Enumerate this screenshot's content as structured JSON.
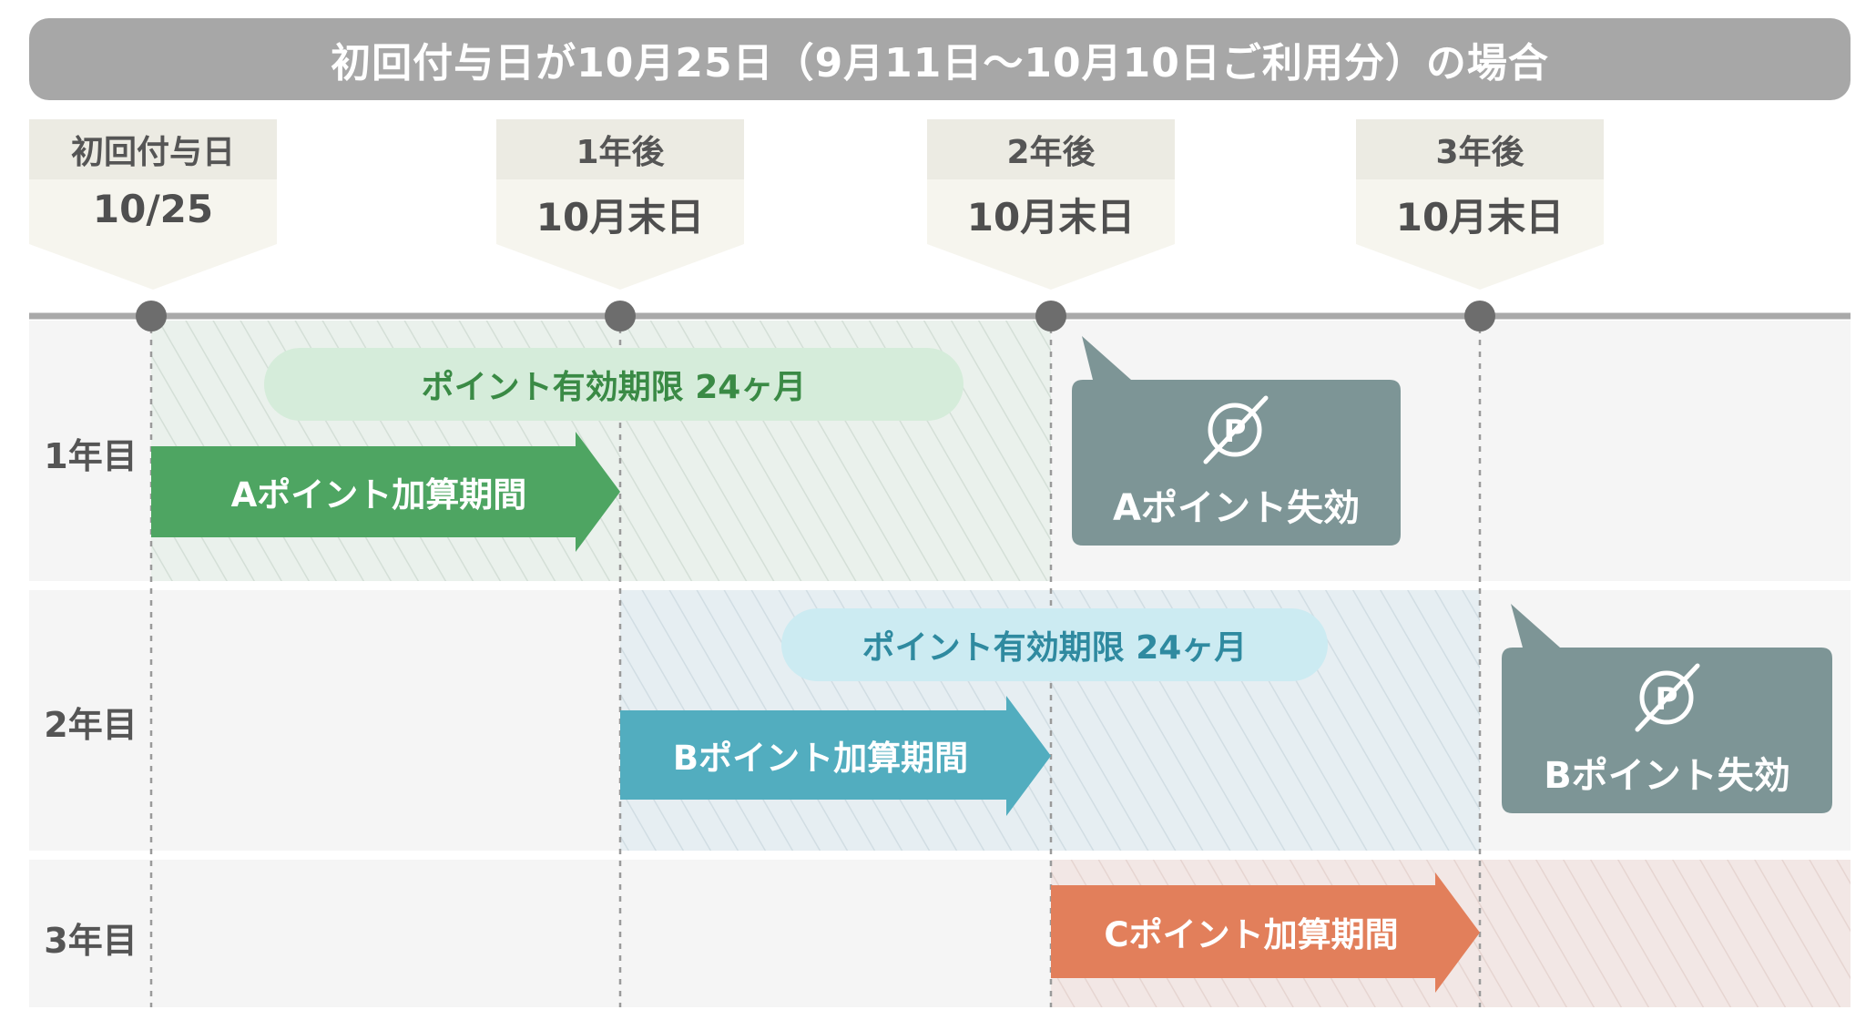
{
  "banner": {
    "title": "初回付与日が10月25日（9月11日～10月10日ご利用分）の場合"
  },
  "milestones": [
    {
      "top": "初回付与日",
      "bottom": "10/25"
    },
    {
      "top": "1年後",
      "bottom": "10月末日"
    },
    {
      "top": "2年後",
      "bottom": "10月末日"
    },
    {
      "top": "3年後",
      "bottom": "10月末日"
    }
  ],
  "rows": [
    {
      "label": "1年目"
    },
    {
      "label": "2年目"
    },
    {
      "label": "3年目"
    }
  ],
  "validity": [
    {
      "label": "ポイント有効期限 24ヶ月"
    },
    {
      "label": "ポイント有効期限 24ヶ月"
    }
  ],
  "periods": [
    {
      "label": "Aポイント加算期間"
    },
    {
      "label": "Bポイント加算期間"
    },
    {
      "label": "Cポイント加算期間"
    }
  ],
  "expirations": [
    {
      "label": "Aポイント失効",
      "icon": "points-expired-icon"
    },
    {
      "label": "Bポイント失効",
      "icon": "points-expired-icon"
    }
  ],
  "colors": {
    "banner": "#a7a7a7",
    "period_a": "#4ea562",
    "period_b": "#52adbf",
    "period_c": "#e27f5b",
    "expiry_box": "#7d9596",
    "validity_a_text": "#3a8a45",
    "validity_b_text": "#2f8aa0"
  }
}
